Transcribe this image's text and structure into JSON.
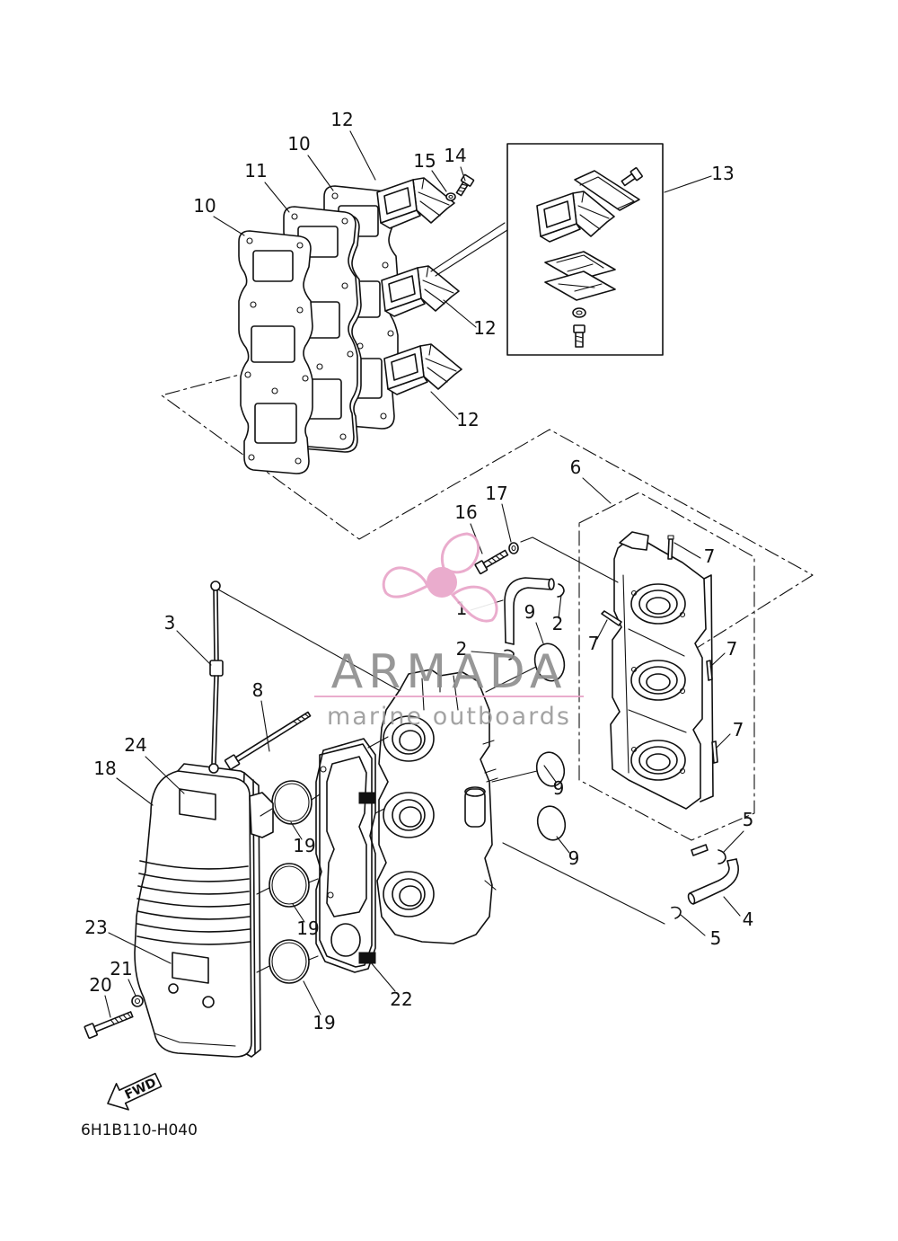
{
  "diagram": {
    "code": "6H1B110-H040",
    "fwd_label": "FWD",
    "callouts": [
      "12",
      "10",
      "11",
      "15",
      "14",
      "10",
      "13",
      "12",
      "12",
      "6",
      "17",
      "16",
      "7",
      "3",
      "1",
      "9",
      "2",
      "7",
      "2",
      "7",
      "8",
      "7",
      "24",
      "18",
      "9",
      "19",
      "5",
      "9",
      "4",
      "19",
      "23",
      "5",
      "21",
      "20",
      "22",
      "19"
    ]
  },
  "watermark": {
    "brand": "ARMADA",
    "tagline": "marine outboards"
  },
  "colors": {
    "ink": "#111111",
    "background": "#ffffff",
    "watermark_gray": "#8c8c8c",
    "watermark_pink": "#e8a4c8"
  },
  "icons": {
    "fwd_arrow": "fwd-arrow-icon",
    "logo": "propeller-logo-icon"
  }
}
